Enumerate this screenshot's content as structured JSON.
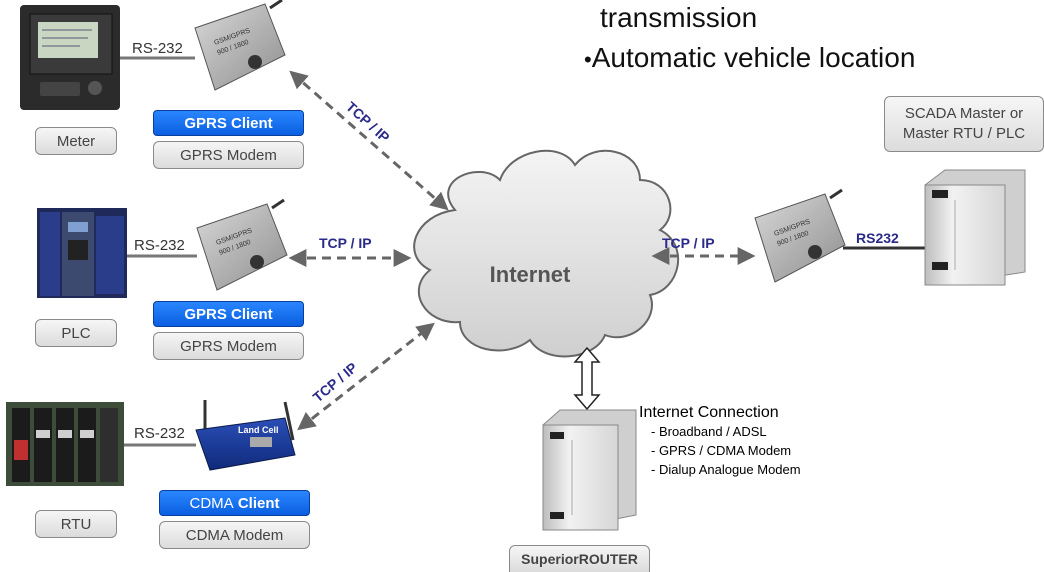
{
  "bullets": {
    "line1": "transmission",
    "line2": "Automatic vehicle location"
  },
  "devices": {
    "meter": {
      "rs_label": "RS-232",
      "client_label": "GPRS Client",
      "modem_label": "GPRS Modem",
      "device_label": "Meter",
      "link_label": "TCP / IP"
    },
    "plc": {
      "rs_label": "RS-232",
      "client_label": "GPRS Client",
      "modem_label": "GPRS Modem",
      "device_label": "PLC",
      "link_label": "TCP / IP"
    },
    "rtu": {
      "rs_label": "RS-232",
      "client_prefix": "CDMA",
      "client_suffix": "Client",
      "modem_label": "CDMA Modem",
      "device_label": "RTU",
      "link_label": "TCP / IP"
    }
  },
  "cloud": {
    "label": "Internet"
  },
  "scada": {
    "title_line1": "SCADA Master or",
    "title_line2": "Master RTU / PLC",
    "link_label": "TCP / IP",
    "rs_label": "RS232"
  },
  "router": {
    "label": "SuperiorROUTER",
    "connection_title": "Internet Connection",
    "connection_items": [
      "- Broadband / ADSL",
      "- GPRS / CDMA Modem",
      "- Dialup Analogue Modem"
    ]
  },
  "modem_face_text": [
    "GSM/GPRS",
    "900 / 1800"
  ],
  "cdma_face_text": "Land Cell",
  "colors": {
    "client_blue": "#0a5fe0",
    "link_text": "#2a2a8a",
    "arrow_gray": "#666666"
  }
}
